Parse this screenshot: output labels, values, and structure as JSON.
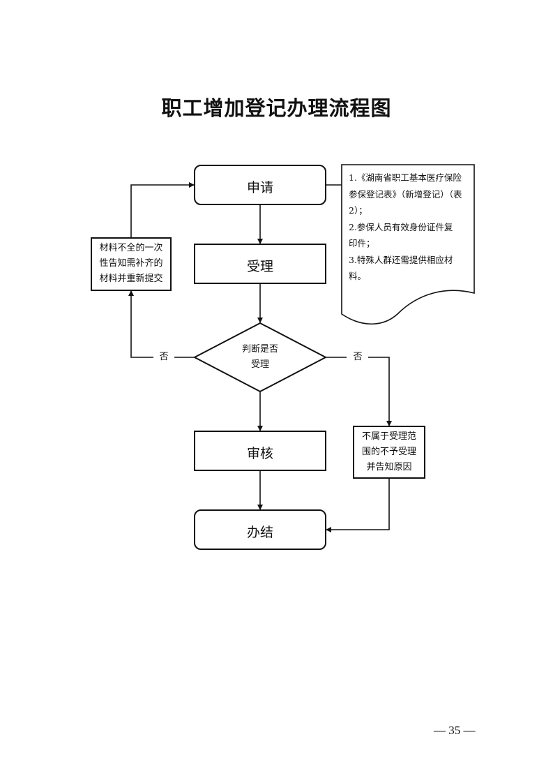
{
  "title": "职工增加登记办理流程图",
  "nodes": {
    "apply": "申请",
    "accept": "受理",
    "decision": [
      "判断是否",
      "受理"
    ],
    "review": "审核",
    "complete": "办结",
    "incomplete_materials": [
      "材料不全的一次",
      "性告知需补齐的",
      "材料并重新提交"
    ],
    "not_in_scope": [
      "不属于受理范",
      "围的不予受理",
      "并告知原因"
    ]
  },
  "edge_labels": {
    "left_no": "否",
    "right_no": "否"
  },
  "note": {
    "lines": [
      "1.《湖南省职工基本医疗保险",
      "参保登记表》（新增登记）（表",
      "2）；",
      "2.参保人员有效身份证件复",
      "印件；",
      "3.特殊人群还需提供相应材",
      "料。"
    ]
  },
  "page_number": "— 35 —"
}
